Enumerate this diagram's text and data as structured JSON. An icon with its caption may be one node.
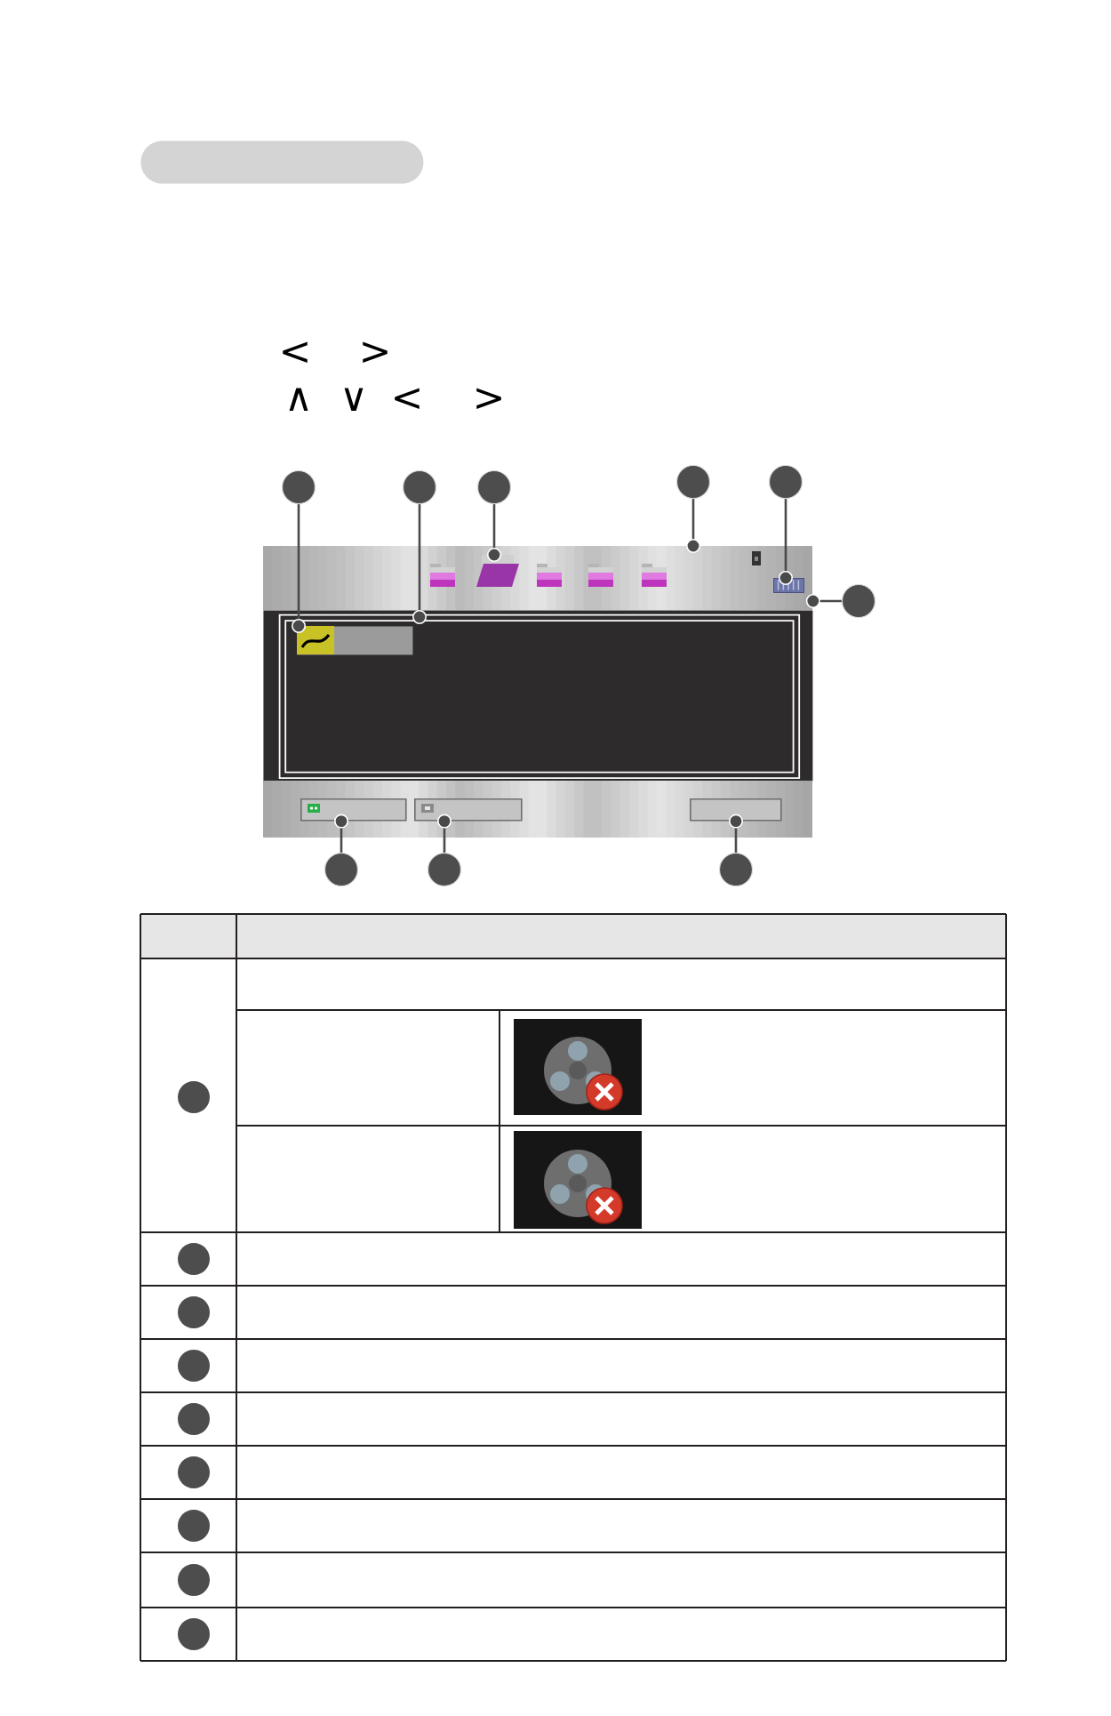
{
  "diagram": {
    "nodes": [
      {
        "text": [],
        "shape": "box"
      },
      {
        "text": [],
        "shape": "circle"
      },
      {
        "text": [],
        "shape": "circle"
      },
      {
        "text": [],
        "shape": "circle"
      },
      {
        "text": [],
        "shape": "circle"
      },
      {
        "text": [],
        "shape": "circle"
      },
      {
        "text": [],
        "shape": "bar"
      },
      {
        "text": [],
        "shape": "picture",
        "in": 6
      },
      {
        "text": [],
        "shape": "picture",
        "in": 6
      },
      {
        "text": [],
        "shape": "circle"
      },
      {
        "text": [],
        "shape": "box"
      },
      {
        "text": [],
        "shape": "box",
        "in": 10
      },
      {
        "text": [],
        "shape": "picture",
        "in": 11
      },
      {
        "text": [],
        "shape": "bar"
      },
      {
        "text": [],
        "shape": "box",
        "in": 13
      },
      {
        "text": [],
        "shape": "box",
        "in": 13
      },
      {
        "text": [],
        "shape": "box",
        "in": 13
      },
      {
        "text": [],
        "shape": "circle"
      },
      {
        "text": [],
        "shape": "circle"
      },
      {
        "text": [],
        "shape": "circle"
      }
    ],
    "edges": [
      {
        "from": 1,
        "to": 12,
        "arrow": "other"
      },
      {
        "from": 2,
        "to": 11,
        "arrow": "other"
      },
      {
        "from": 3,
        "to": 7,
        "arrow": "other"
      },
      {
        "from": 4,
        "to": 6,
        "arrow": "other"
      },
      {
        "from": 5,
        "to": 8,
        "arrow": "other"
      },
      {
        "from": 9,
        "to": 6,
        "arrow": "other"
      },
      {
        "from": 17,
        "to": 14,
        "arrow": "other"
      },
      {
        "from": 18,
        "to": 15,
        "arrow": "other"
      },
      {
        "from": 19,
        "to": 16,
        "arrow": "other"
      }
    ],
    "labels": [
      "<",
      ">",
      "∧",
      "∨",
      "<",
      ">"
    ]
  }
}
